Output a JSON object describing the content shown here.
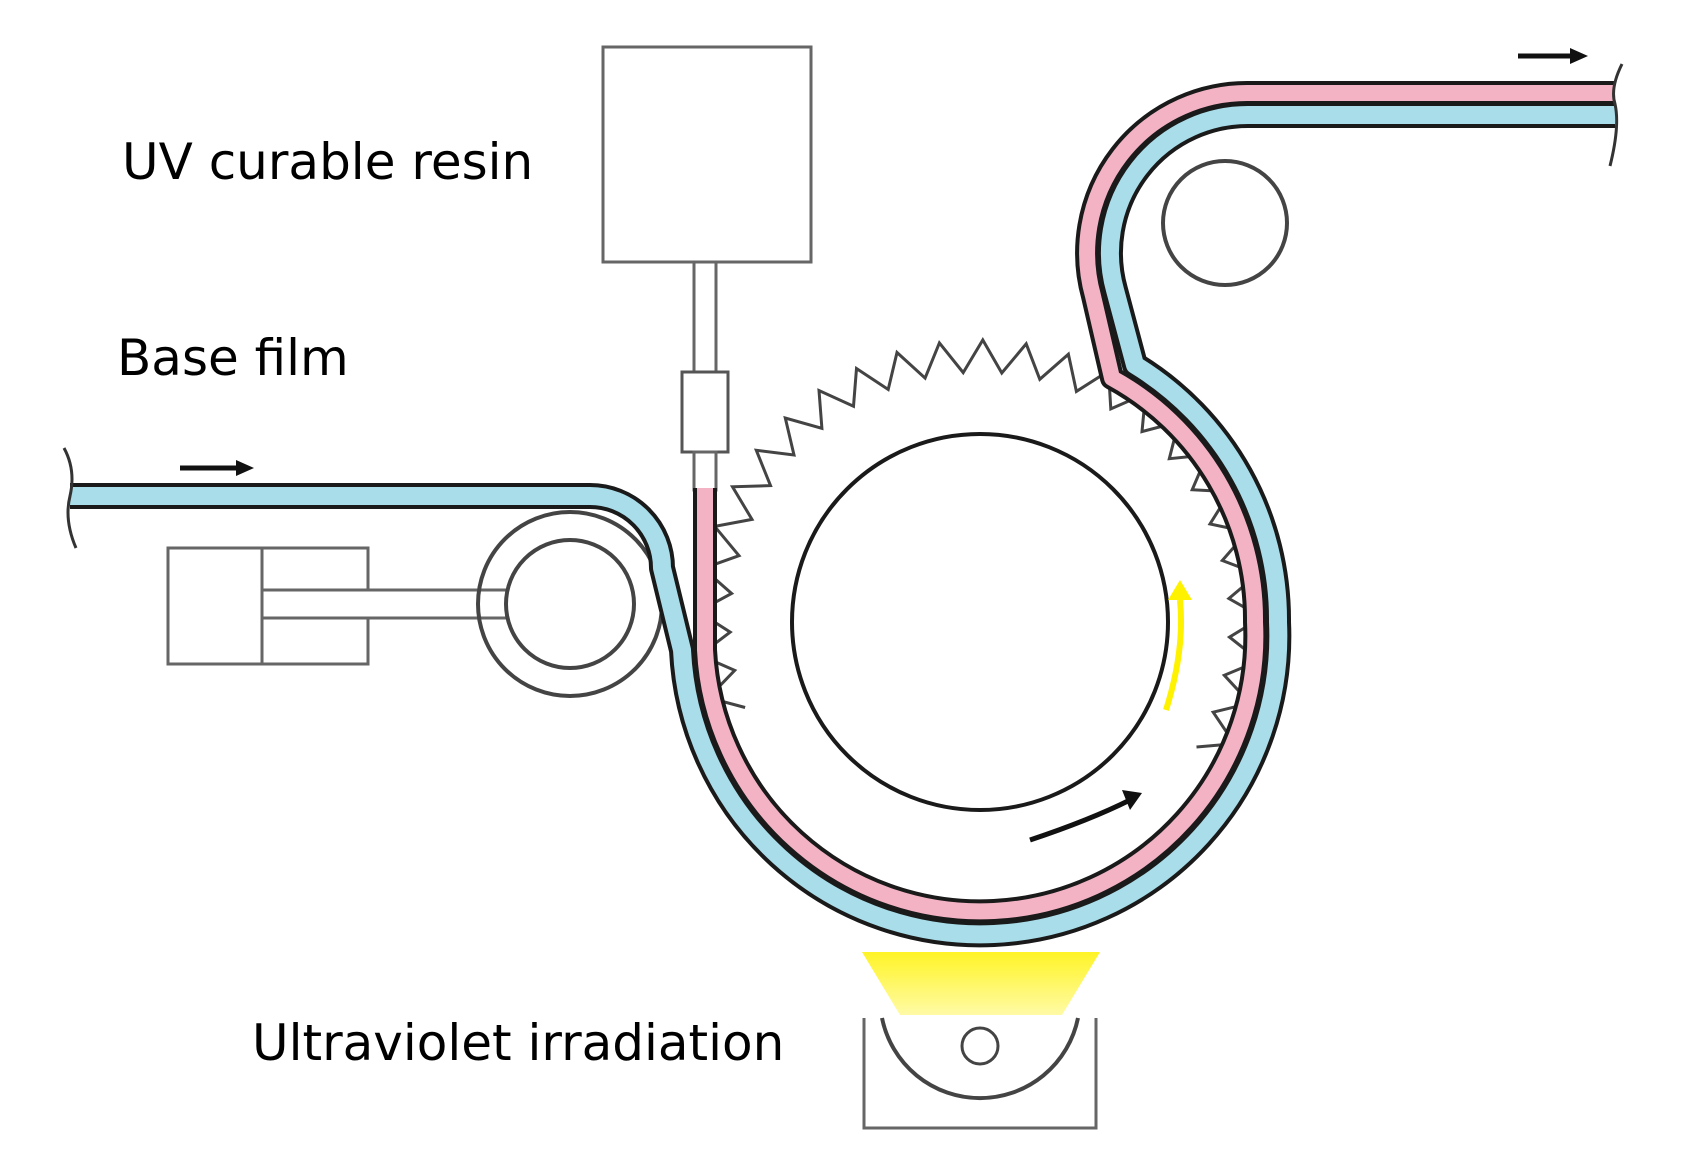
{
  "labels": {
    "resin": "UV curable resin",
    "base_film": "Base film",
    "uv": "Ultraviolet irradiation"
  },
  "colors": {
    "film": "#a8dde9",
    "resin": "#f3b3c5",
    "uv_light": "#fff200",
    "line": "#1a1a1a",
    "housing": "#666666"
  },
  "icons": {
    "flow_arrows": "arrow-right-icon",
    "rotation_arrow": "curved-arrow-icon",
    "uv_lamp": "uv-lamp-icon"
  }
}
